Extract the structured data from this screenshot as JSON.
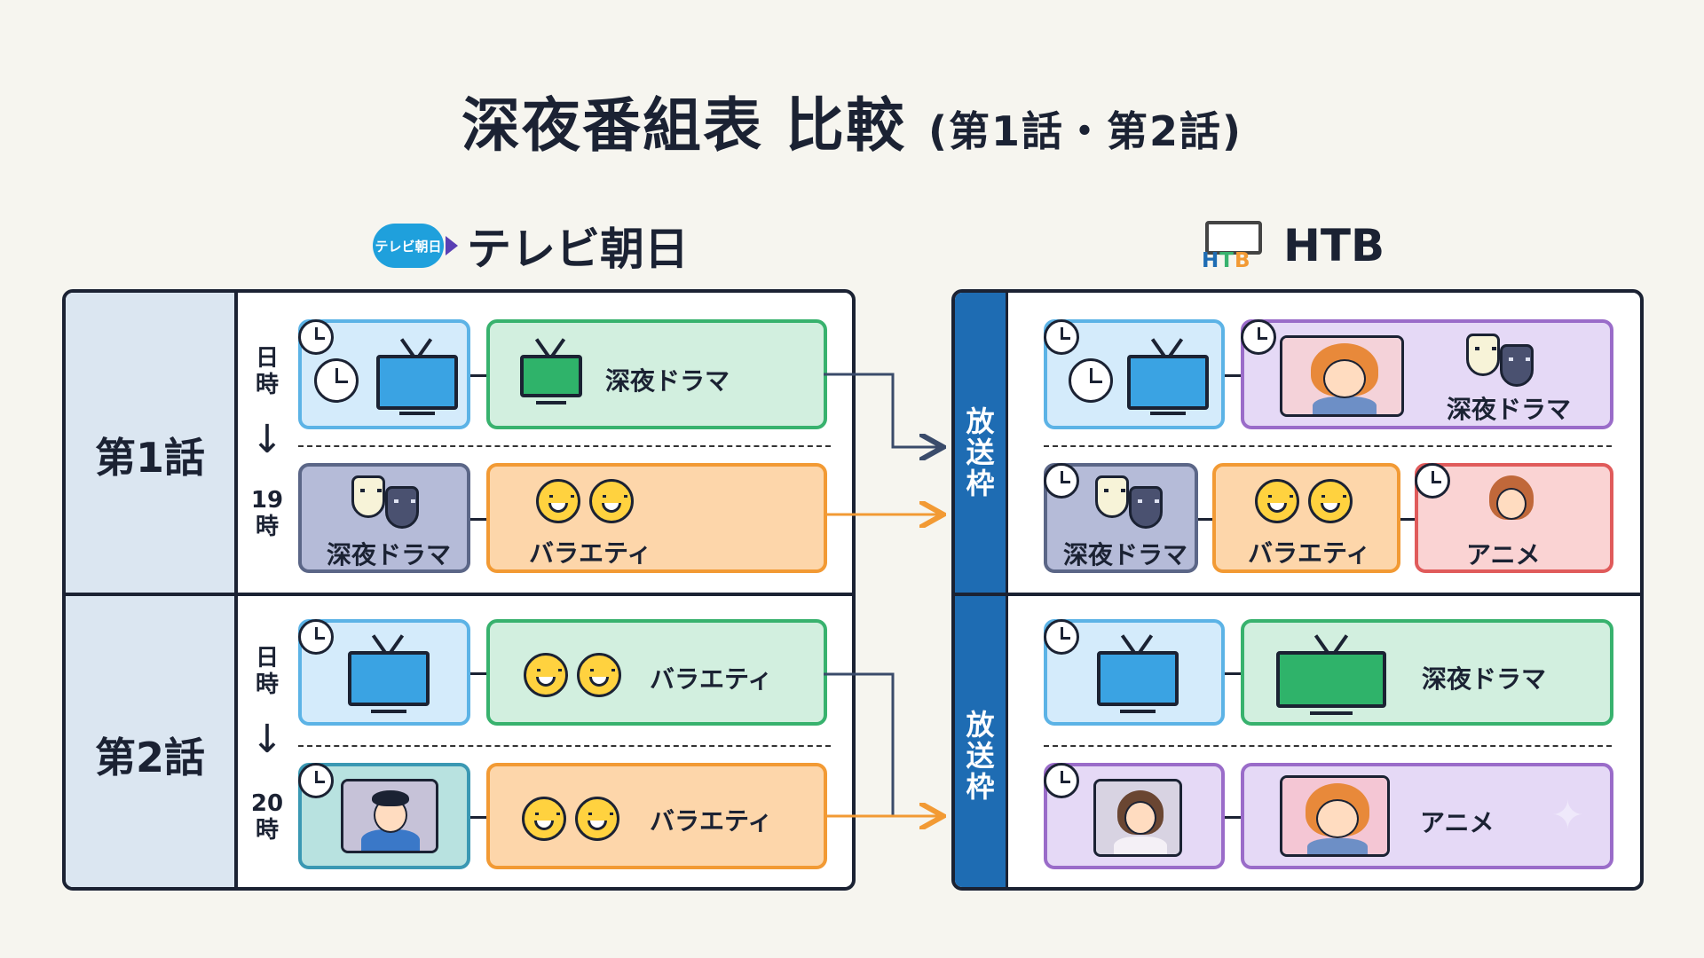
{
  "title": {
    "main": "深夜番組表 比較",
    "sub": "(第1話・第2話)"
  },
  "left_network": {
    "logo_text": "テレビ朝日",
    "name": "テレビ朝日"
  },
  "right_network": {
    "logo_text": "HTB",
    "name": "HTB"
  },
  "left_panel": {
    "episodes": [
      {
        "label": "第1話",
        "time_top": "日\n時",
        "time_bottom": "19\n時",
        "slots": [
          "深夜ドラマ",
          "深夜ドラマ",
          "バラエティ"
        ]
      },
      {
        "label": "第2話",
        "time_top": "日\n時",
        "time_bottom": "20\n時",
        "slots": [
          "バラエティ",
          "バラエティ"
        ]
      }
    ]
  },
  "right_panel": {
    "column_label_1": "放送枠",
    "column_label_2": "放送枠",
    "episodes": [
      {
        "slots": [
          "深夜ドラマ",
          "深夜ドラマ",
          "バラエティ",
          "アニメ"
        ]
      },
      {
        "slots": [
          "深夜ドラマ",
          "アニメ"
        ]
      }
    ]
  },
  "icons": [
    "clock-icon",
    "tv-icon",
    "drama-masks-icon",
    "smile-icon",
    "anime-character-icon",
    "person-icon",
    "arrow-down-icon"
  ],
  "colors": {
    "blue": "#5cb3e6",
    "green": "#38b26e",
    "orange": "#f29a34",
    "slate": "#5b6687",
    "purple": "#9a6cc9",
    "red": "#e05b5b",
    "accent": "#1e6cb3"
  }
}
